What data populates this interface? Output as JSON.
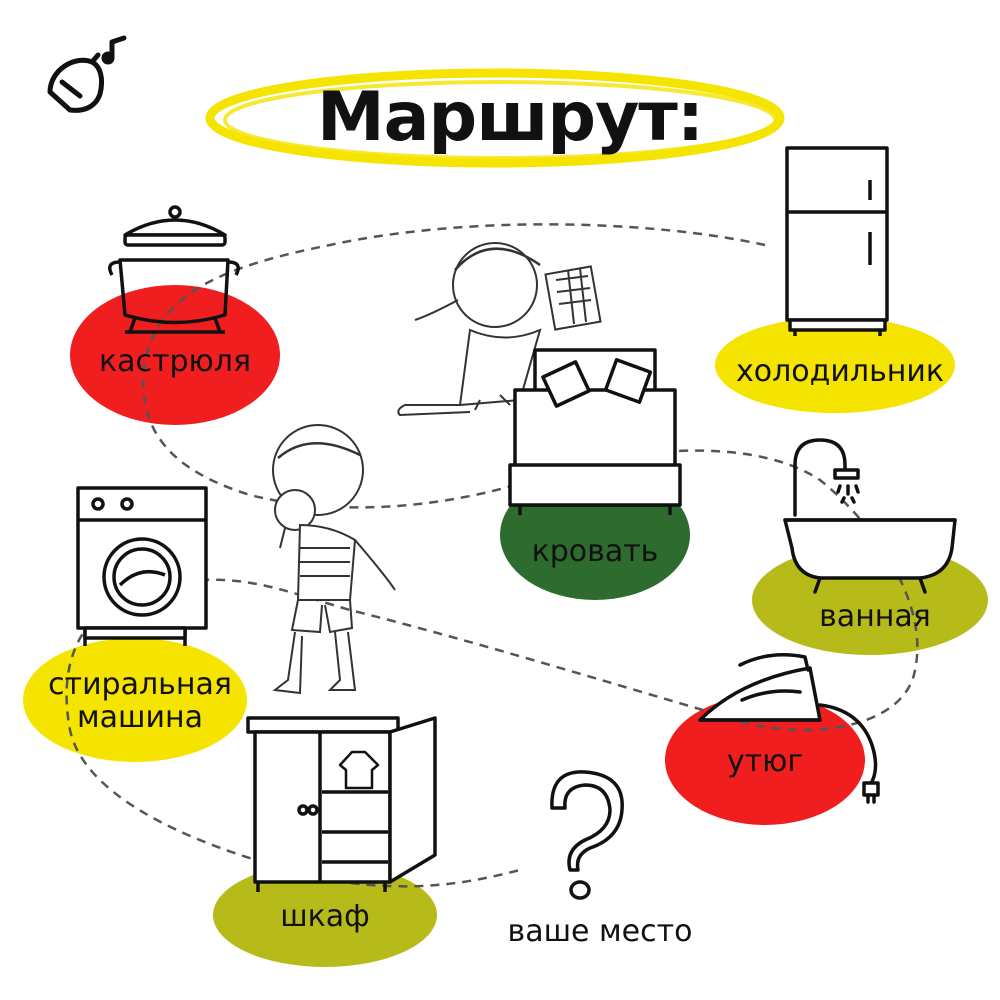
{
  "title": "Маршрут:",
  "colors": {
    "red": "#f01e1e",
    "yellow": "#f5e400",
    "dark_green": "#2e6b2e",
    "olive": "#b7bb1a",
    "ink": "#111111",
    "path": "#555555"
  },
  "stops": {
    "pot": {
      "label": "кастрюля",
      "icon": "pot-icon",
      "color": "red"
    },
    "fridge": {
      "label": "холодильник",
      "icon": "fridge-icon",
      "color": "yellow"
    },
    "bed": {
      "label": "кровать",
      "icon": "bed-icon",
      "color": "dark_green"
    },
    "bath": {
      "label": "ванная",
      "icon": "bathtub-icon",
      "color": "olive"
    },
    "washer": {
      "label_line1": "стиральная",
      "label_line2": "машина",
      "icon": "washing-machine-icon",
      "color": "yellow"
    },
    "iron": {
      "label": "утюг",
      "icon": "iron-icon",
      "color": "red"
    },
    "wardrobe": {
      "label": "шкаф",
      "icon": "wardrobe-icon",
      "color": "olive"
    },
    "your_place": {
      "label": "ваше место",
      "icon": "question-mark-icon"
    }
  },
  "decor": {
    "logo": "bird-logo-icon",
    "girl": "girl-with-map-illustration",
    "boy": "boy-with-magnifier-illustration"
  }
}
